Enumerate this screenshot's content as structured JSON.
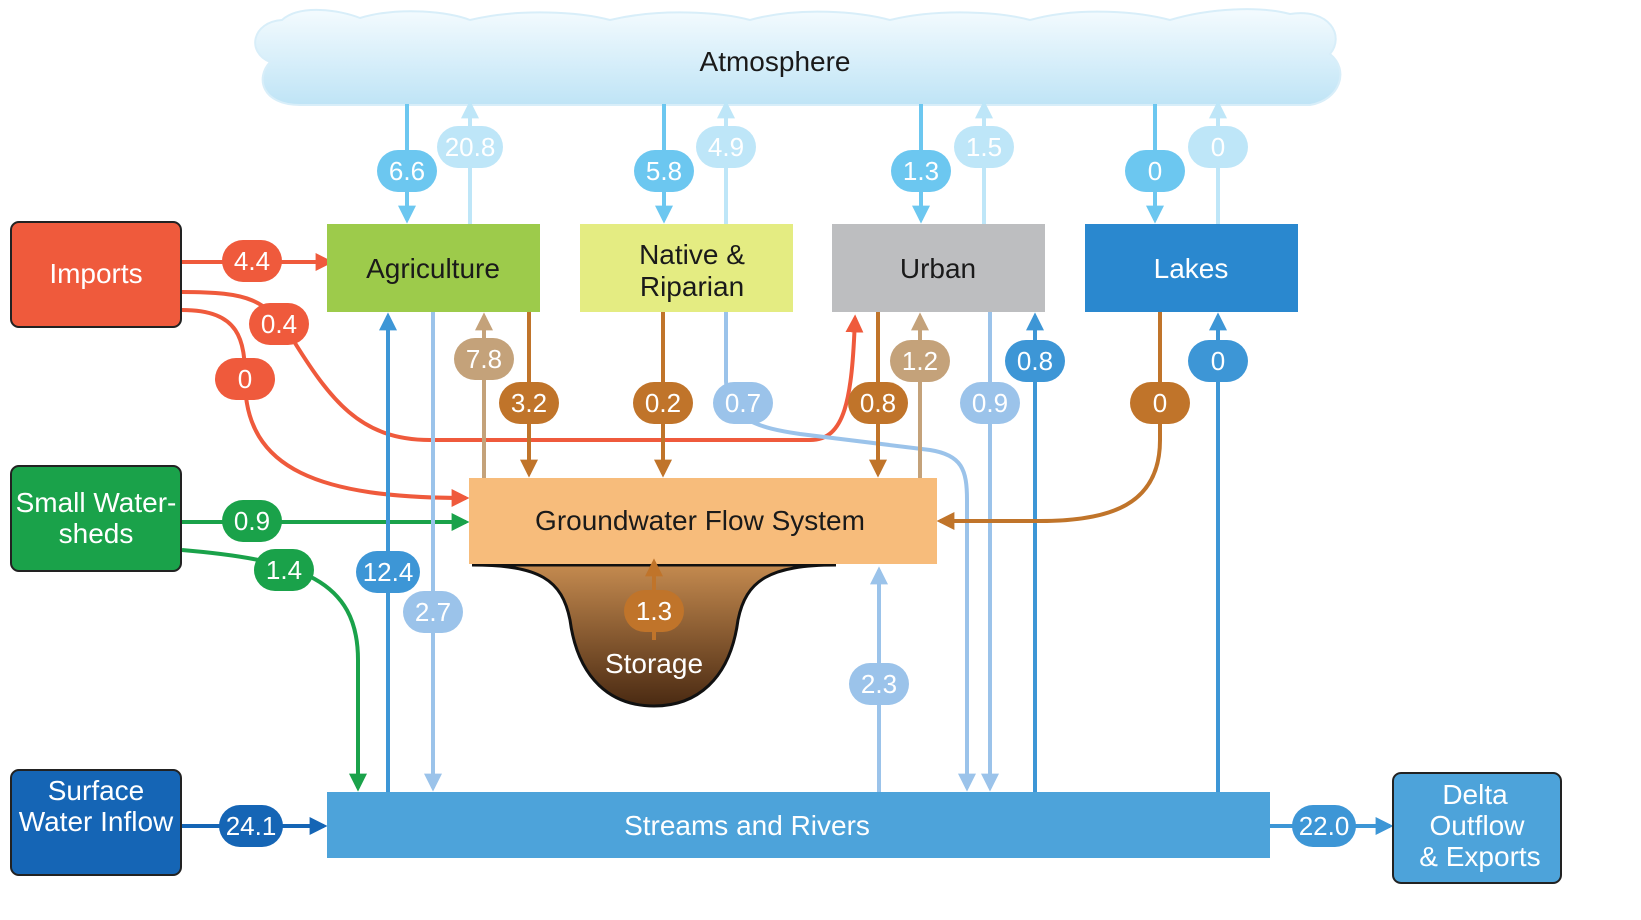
{
  "nodes": {
    "atmosphere": "Atmosphere",
    "imports": "Imports",
    "agriculture": "Agriculture",
    "native_riparian": [
      "Native &",
      "Riparian"
    ],
    "urban": "Urban",
    "lakes": "Lakes",
    "small_watersheds": [
      "Small Water-",
      "sheds"
    ],
    "groundwater": "Groundwater Flow System",
    "storage": "Storage",
    "surface_inflow": [
      "Surface",
      "Water Inflow"
    ],
    "streams": "Streams and Rivers",
    "delta": [
      "Delta",
      "Outflow",
      "& Exports"
    ]
  },
  "flows": {
    "atm_to_agriculture": "6.6",
    "agriculture_to_atm": "20.8",
    "atm_to_native": "5.8",
    "native_to_atm": "4.9",
    "atm_to_urban": "1.3",
    "urban_to_atm": "1.5",
    "atm_to_lakes": "0",
    "lakes_to_atm": "0",
    "imports_to_agriculture": "4.4",
    "imports_to_urban": "0.4",
    "imports_to_groundwater": "0",
    "gw_to_agriculture": "7.8",
    "agriculture_to_gw": "3.2",
    "native_to_gw": "0.2",
    "native_to_streams": "0.7",
    "urban_to_gw": "0.8",
    "gw_to_urban": "1.2",
    "urban_to_streams": "0.9",
    "streams_to_urban": "0.8",
    "lakes_to_gw": "0",
    "streams_to_lakes": "0",
    "watersheds_to_gw": "0.9",
    "watersheds_to_streams": "1.4",
    "streams_to_agriculture": "12.4",
    "agriculture_to_streams": "2.7",
    "storage_to_gw": "1.3",
    "streams_to_gw": "2.3",
    "surface_inflow_to_streams": "24.1",
    "streams_to_delta": "22.0"
  },
  "colors": {
    "red": "#EF5A3C",
    "green": "#1AA24A",
    "brown": "#C0742A",
    "tan": "#C4A27A",
    "dark_blue": "#1565B5",
    "mid_blue": "#3D96D6",
    "light_blue": "#9BC3EA",
    "sky_blue": "#6CC7F0",
    "pale_sky": "#BEE6F8",
    "agriculture": "#9DCB4B",
    "native": "#E4EC82",
    "urban": "#BDBEC0",
    "lakes": "#2A88CF",
    "groundwater": "#F7BC7B",
    "streams": "#4DA3DA",
    "delta": "#4DA3DA"
  }
}
